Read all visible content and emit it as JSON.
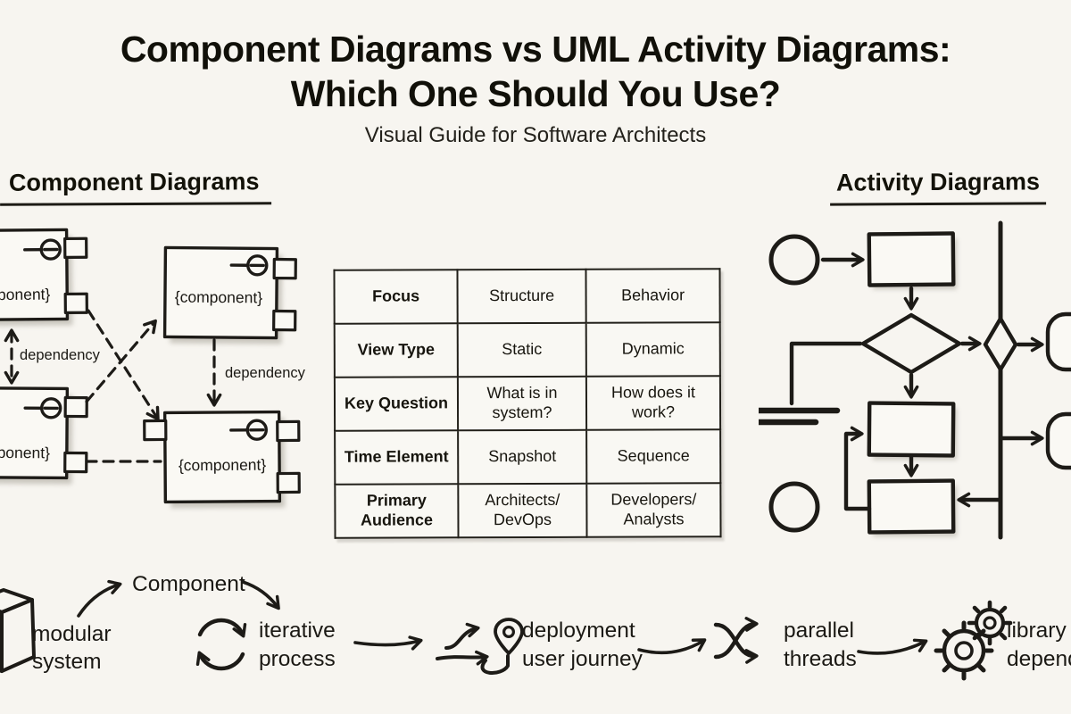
{
  "colors": {
    "background": "#f7f5f0",
    "ink": "#1d1b17"
  },
  "header": {
    "title_line1": "Component Diagrams vs UML Activity Diagrams:",
    "title_line2": "Which One Should You Use?",
    "subtitle": "Visual Guide for Software Architects"
  },
  "left_panel": {
    "heading": "Component Diagrams",
    "component_label": "{component}",
    "dependency_label": "dependency"
  },
  "comparison_table": {
    "rows": [
      {
        "label": "Focus",
        "component": "Structure",
        "activity": "Behavior"
      },
      {
        "label": "View Type",
        "component": "Static",
        "activity": "Dynamic"
      },
      {
        "label": "Key Question",
        "component": "What is in system?",
        "activity": "How does it work?"
      },
      {
        "label": "Time Element",
        "component": "Snapshot",
        "activity": "Sequence"
      },
      {
        "label": "Primary Audience",
        "component_lines": [
          "Architects/",
          "DevOps"
        ],
        "activity_lines": [
          "Developers/",
          "Analysts"
        ]
      }
    ]
  },
  "right_panel": {
    "heading": "Activity Diagrams"
  },
  "bottom_flow": {
    "component_label": "Component",
    "items": [
      {
        "icon": "cube-icon",
        "line1": "modular",
        "line2": "system"
      },
      {
        "icon": "circular-arrows-icon",
        "line1": "iterative",
        "line2": "process"
      },
      {
        "icon": "journey-pin-icon",
        "line1": "deployment",
        "line2": "user journey"
      },
      {
        "icon": "shuffle-arrows-icon",
        "line1": "parallel",
        "line2": "threads"
      },
      {
        "icon": "gears-icon",
        "line1": "library",
        "line2": "dependency"
      }
    ]
  }
}
